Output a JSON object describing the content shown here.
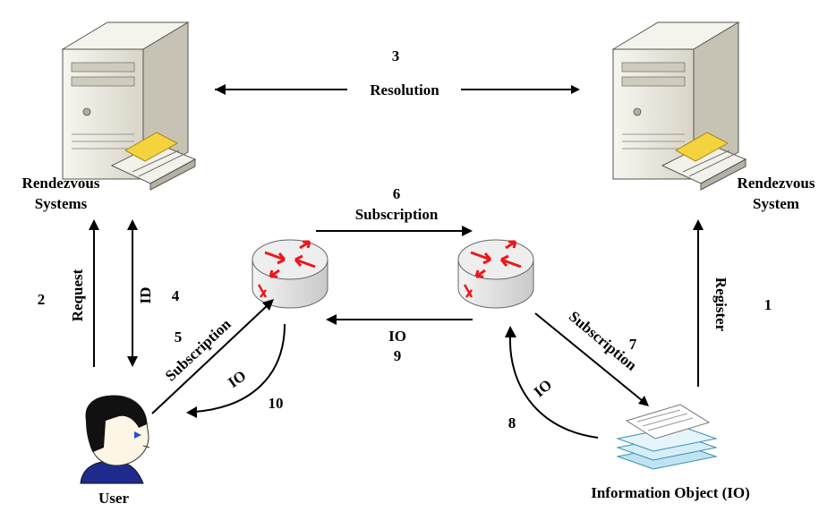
{
  "nodes": {
    "left_server": {
      "label_line1": "Rendezvous",
      "label_line2": "Systems",
      "icon": "server-tower-icon"
    },
    "right_server": {
      "label_line1": "Rendezvous",
      "label_line2": "System",
      "icon": "server-tower-icon"
    },
    "router_left": {
      "icon": "router-icon"
    },
    "router_right": {
      "icon": "router-icon"
    },
    "user": {
      "label": "User",
      "icon": "user-head-icon"
    },
    "info_object": {
      "label": "Information Object (IO)",
      "icon": "document-stack-icon"
    }
  },
  "edges": {
    "resolution": {
      "step": "3",
      "label": "Resolution"
    },
    "request": {
      "step": "2",
      "label": "Request"
    },
    "id": {
      "step": "4",
      "label": "ID"
    },
    "register": {
      "step": "1",
      "label": "Register"
    },
    "subscription_routers": {
      "step": "6",
      "label": "Subscription"
    },
    "subscription_user": {
      "step": "5",
      "label": "Subscription"
    },
    "subscription_io": {
      "step": "7",
      "label": "Subscription"
    },
    "io_routers": {
      "step": "9",
      "label": "IO"
    },
    "io_to_user": {
      "step": "10",
      "label": "IO"
    },
    "io_from_object": {
      "step": "8",
      "label": "IO"
    }
  },
  "colors": {
    "server_body": "#e9e7dc",
    "server_shadow": "#b9b6a8",
    "router_arrow": "#e8191c",
    "router_body": "#e6e6e6",
    "hair": "#111111",
    "skin": "#fdf5e6",
    "shirt": "#1e2a8c",
    "doc_blue": "#bfe3f2"
  }
}
